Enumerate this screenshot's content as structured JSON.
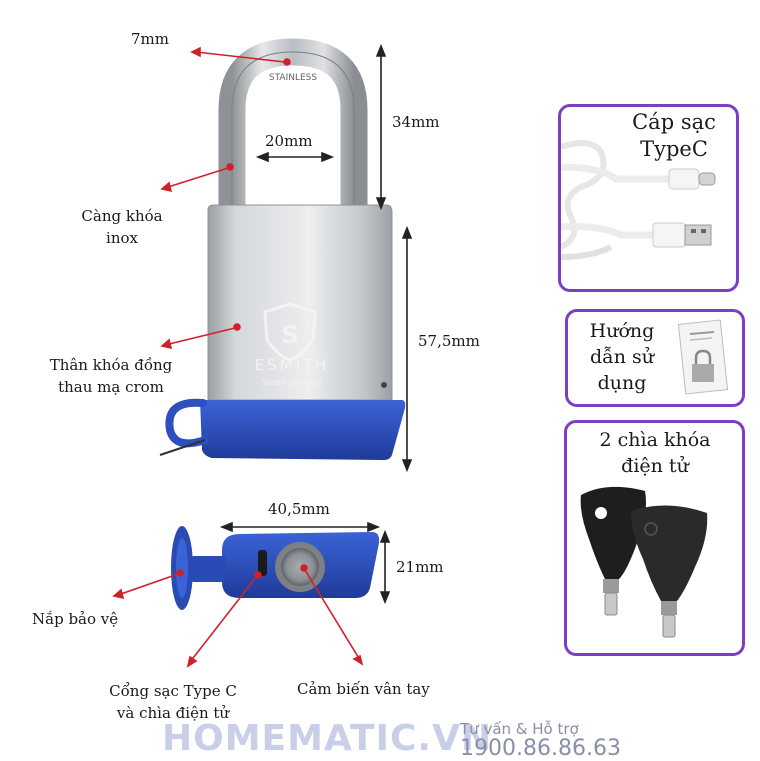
{
  "dimensions": {
    "shackle_thickness": "7mm",
    "shackle_width": "20mm",
    "shackle_height": "34mm",
    "body_height": "57,5mm",
    "body_width": "40,5mm",
    "body_depth": "21mm"
  },
  "labels": {
    "shackle_line1": "Càng khóa",
    "shackle_line2": "inox",
    "body_line1": "Thân khóa đồng",
    "body_line2": "thau mạ crom",
    "cover": "Nắp bảo vệ",
    "port_line1": "Cổng sạc Type C",
    "port_line2": "và chìa điện tử",
    "sensor": "Cảm biến vân tay"
  },
  "lock_engraving": {
    "brand": "ESMITH",
    "tagline": "Smart Security",
    "shackle_text": "STAINLESS"
  },
  "cards": {
    "cable_line1": "Cáp sạc",
    "cable_line2": "TypeC",
    "manual_line1": "Hướng",
    "manual_line2": "dẫn sử",
    "manual_line3": "dụng",
    "keys_line1": "2 chìa khóa",
    "keys_line2": "điện tử"
  },
  "footer": {
    "brand": "HOMEMATIC.VN",
    "support_label": "Tư vấn & Hỗ trợ",
    "hotline": "1900.86.86.63"
  },
  "colors": {
    "card_border": "#7b3fc4",
    "cover_blue": "#2d4fbf",
    "pointer_red": "#d0202a"
  }
}
